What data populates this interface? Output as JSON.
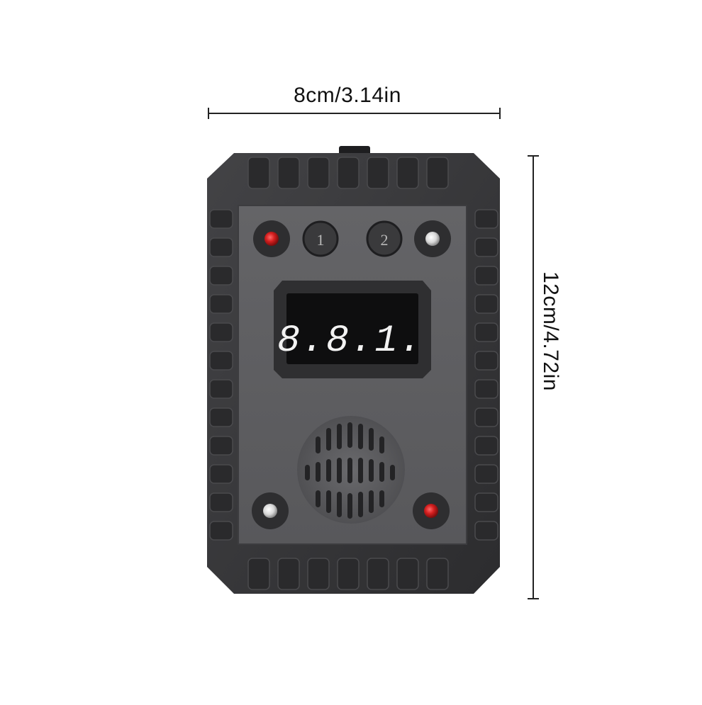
{
  "dimensions": {
    "width_label": "8cm/3.14in",
    "height_label": "12cm/4.72in"
  },
  "device": {
    "display_text": "8.8.1.",
    "button_1_label": "1",
    "button_2_label": "2",
    "body_color": "#3a3a3c",
    "panel_color": "#5c5c5f",
    "led_red": "#d41f1f",
    "led_white": "#e8e8e8",
    "display_digit_color": "#f2f2f2",
    "display_active_color": "#e01a1a"
  }
}
